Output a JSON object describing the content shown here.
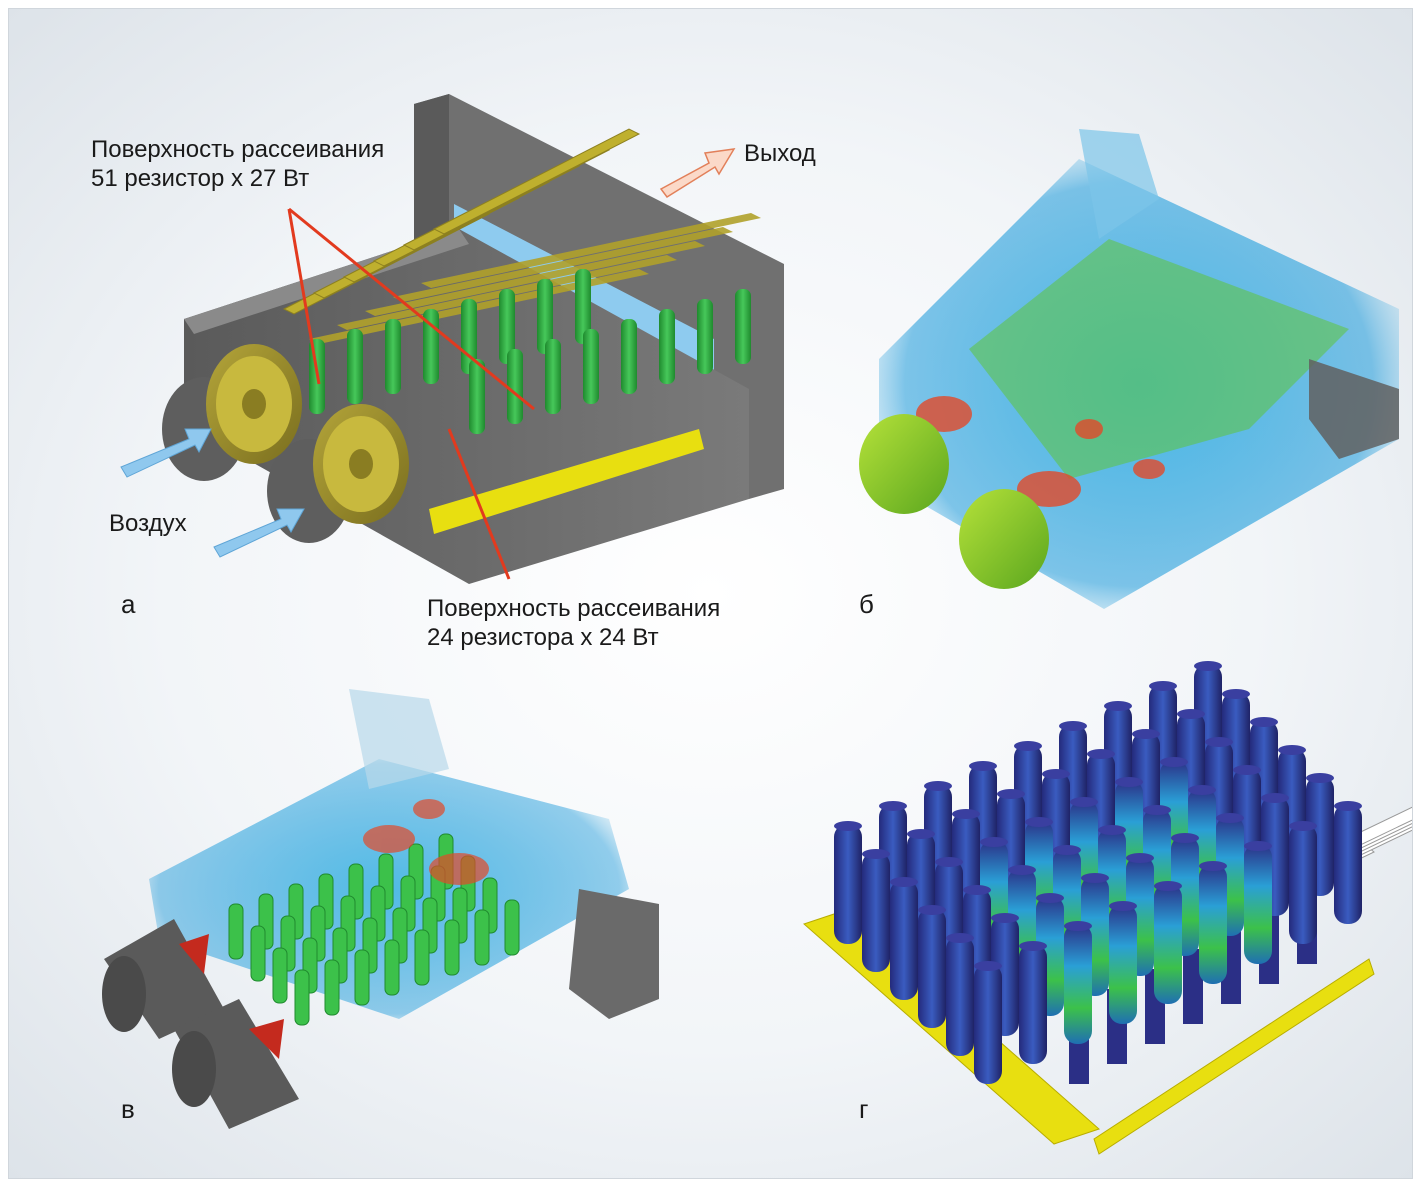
{
  "panels": {
    "a": {
      "letter": "а",
      "label_top_line1": "Поверхность рассеивания",
      "label_top_line2": "51 резистор х 27 Вт",
      "label_bottom_line1": "Поверхность рассеивания",
      "label_bottom_line2": "24 резистора х 24 Вт",
      "label_exit": "Выход",
      "label_air": "Воздух"
    },
    "b": {
      "letter": "б"
    },
    "v": {
      "letter": "в"
    },
    "g": {
      "letter": "г"
    }
  },
  "colors": {
    "housing": "#6e6e6e",
    "plate": "#bfb02e",
    "resistor": "#2fae3e",
    "fan": "#9a8d2a",
    "air_arrow": "#8fc8ee",
    "exit_arrow": "#f4b89e",
    "callout_line": "#e23a1e",
    "base_plate": "#e8df10",
    "cyl_dark": "#2b2f86",
    "flow_blue": "#2aa0dc",
    "flow_green": "#5fc43a",
    "flow_red": "#e24a2a"
  }
}
